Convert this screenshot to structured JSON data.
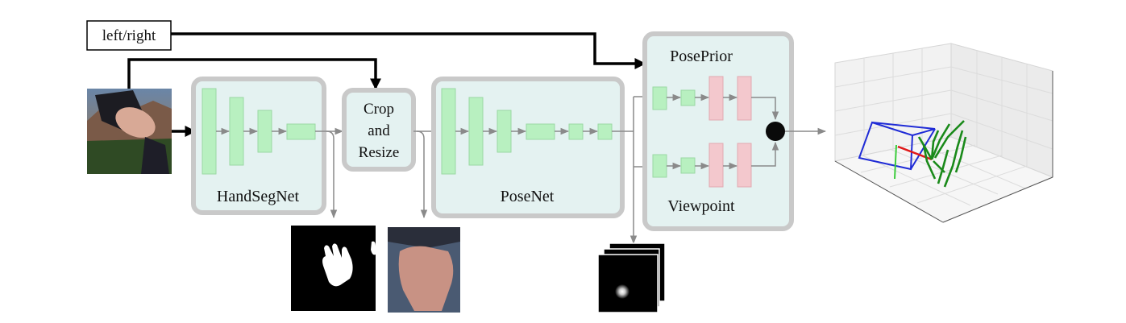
{
  "labels": {
    "input_flag": "left/right",
    "handsegnet": "HandSegNet",
    "crop_line1": "Crop",
    "crop_line2": "and",
    "crop_line3": "Resize",
    "posenet": "PoseNet",
    "poseprior": "PosePrior",
    "viewpoint": "Viewpoint"
  },
  "colors": {
    "module_fill": "#e4f2f1",
    "module_border": "#c9c9c9",
    "green_layer": "#b8f0c0",
    "pink_layer": "#f3c8cd",
    "arrow_gray": "#8a8a8a",
    "arrow_black": "#000000",
    "plot_blue": "#1f2bd6",
    "plot_green": "#1a8a1a",
    "plot_red": "#e01818"
  }
}
